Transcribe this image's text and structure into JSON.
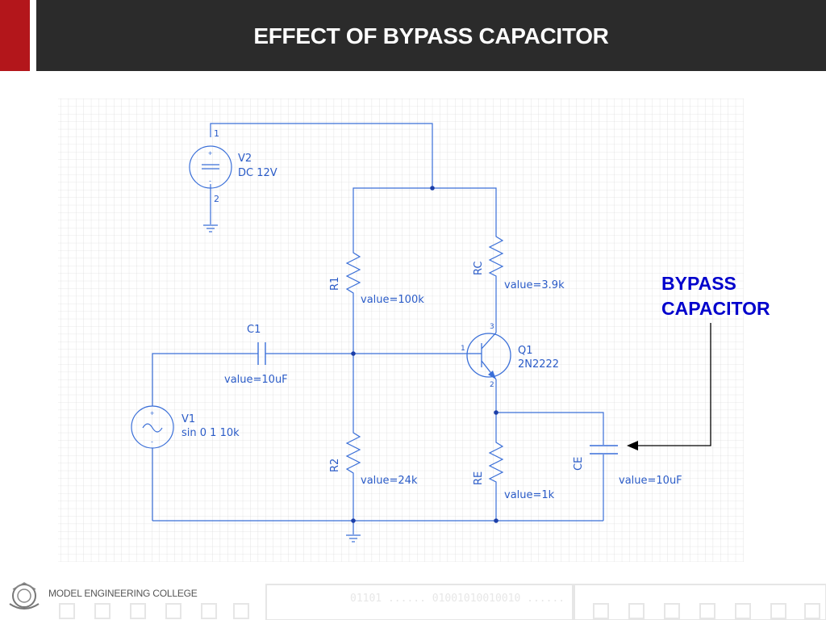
{
  "header": {
    "title": "EFFECT OF BYPASS CAPACITOR"
  },
  "footer": {
    "college": "MODEL ENGINEERING COLLEGE"
  },
  "callout": {
    "line1": "BYPASS",
    "line2": "CAPACITOR"
  },
  "watermark": {
    "text": "01101 ...... 01001010010010 ......"
  },
  "colors": {
    "wire": "#3a6fd8",
    "label": "#2a5bc7",
    "accent": "#b3161b",
    "header_bg": "#2b2b2b",
    "callout": "#0000cc"
  },
  "components": {
    "v2": {
      "name": "V2",
      "value": "DC 12V",
      "pin_top": "1",
      "pin_bottom": "2",
      "plus": "+",
      "minus": "-"
    },
    "v1": {
      "name": "V1",
      "value": "sin 0 1 10k",
      "plus": "+",
      "minus": "-"
    },
    "r1": {
      "name": "R1",
      "value": "value=100k"
    },
    "r2": {
      "name": "R2",
      "value": "value=24k"
    },
    "rc": {
      "name": "RC",
      "value": "value=3.9k"
    },
    "re": {
      "name": "RE",
      "value": "value=1k"
    },
    "c1": {
      "name": "C1",
      "value": "value=10uF"
    },
    "ce": {
      "name": "CE",
      "value": "value=10uF"
    },
    "q1": {
      "name": "Q1",
      "value": "2N2222",
      "pin_b": "1",
      "pin_c": "3",
      "pin_e": "2"
    }
  }
}
